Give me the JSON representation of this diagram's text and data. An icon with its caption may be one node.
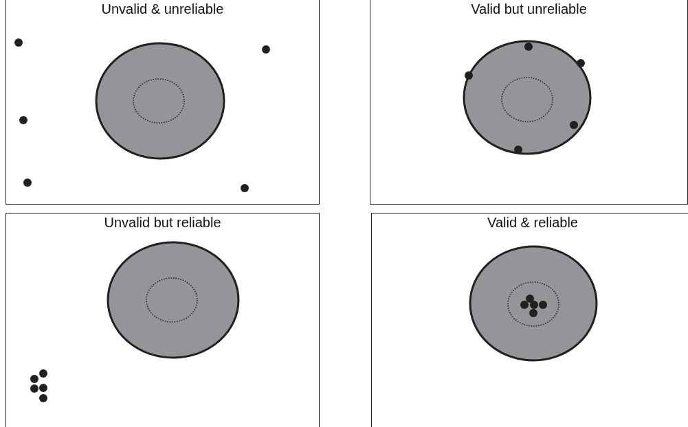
{
  "diagram": {
    "nodes": [
      {
        "text": [
          "Unvalid & unreliable"
        ]
      },
      {
        "text": [
          "Valid but unreliable"
        ]
      },
      {
        "text": [
          "Unvalid but reliable"
        ]
      },
      {
        "text": [
          "Valid & reliable"
        ]
      }
    ],
    "edges": []
  }
}
